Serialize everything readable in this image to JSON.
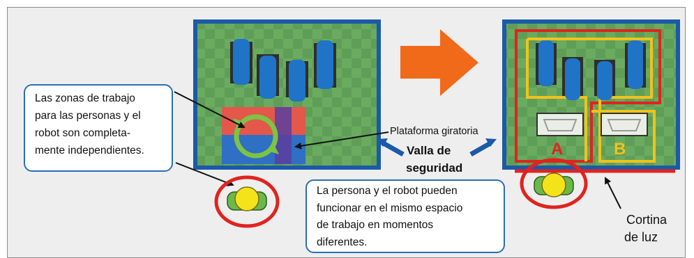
{
  "callouts": {
    "left": {
      "lines": [
        "Las zonas de trabajo",
        "para las personas y el",
        "robot son completa-",
        "mente independientes."
      ]
    },
    "right": {
      "lines": [
        "La persona y el robot pueden",
        "funcionar en el mismo espacio",
        "de trabajo en momentos",
        "diferentes."
      ]
    }
  },
  "labels": {
    "platform": "Plataforma giratoria",
    "fence_line1": "Valla de",
    "fence_line2": "seguridad",
    "curtain_line1": "Cortina",
    "curtain_line2": "de luz"
  },
  "zones": {
    "a": "A",
    "b": "B"
  },
  "colors": {
    "fence_blue": "#1a5aa8",
    "floor_green": "#67aa5d",
    "robot_blue": "#1f74c7",
    "arrow_orange": "#f06a1a",
    "zone_red": "#e0231f",
    "zone_yellow": "#f2c21b",
    "person_green": "#6cb84a",
    "person_yellow": "#f4e31b",
    "callout_border": "#2a6fb0"
  }
}
